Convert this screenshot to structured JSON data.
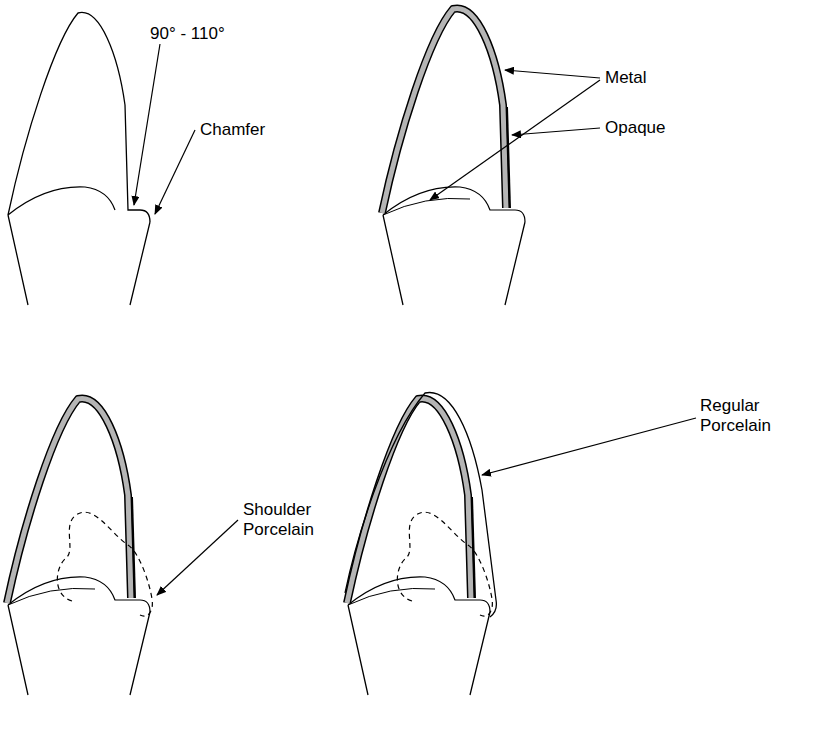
{
  "diagram": {
    "labels": [
      "90° - 110°",
      "Chamfer",
      "Metal",
      "Opaque",
      "Shoulder Porcelain",
      "Regular Porcelain"
    ]
  }
}
